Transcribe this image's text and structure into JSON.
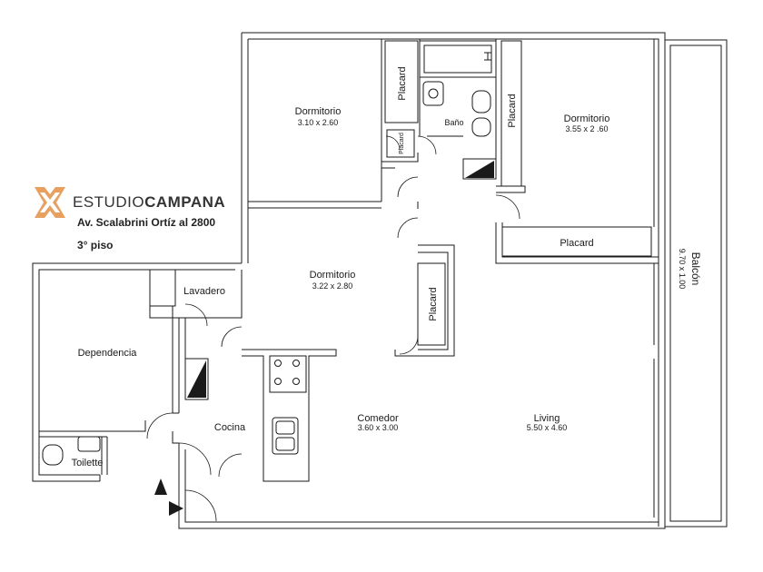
{
  "brand": {
    "prefix": "ESTUDIO",
    "name": "CAMPANA",
    "logo": "campana-x-logo",
    "logo_color": "#E8A060",
    "address": "Av. Scalabrini Ortíz al 2800",
    "floor": "3° piso"
  },
  "rooms": {
    "dormitorio_1": {
      "name": "Dormitorio",
      "dims": "3.10 x 2.60"
    },
    "dormitorio_2": {
      "name": "Dormitorio",
      "dims": "3.55 x 2 .60"
    },
    "dormitorio_3": {
      "name": "Dormitorio",
      "dims": "3.22 x 2.80"
    },
    "bano": {
      "name": "Baño"
    },
    "placard_1": {
      "name": "Placard"
    },
    "placard_small": {
      "name": "Placard"
    },
    "placard_2": {
      "name": "Placard"
    },
    "placard_3": {
      "name": "Placard"
    },
    "placard_4": {
      "name": "Placard"
    },
    "balcon": {
      "name": "Balcón",
      "dims": "9.70 x 1.00"
    },
    "lavadero": {
      "name": "Lavadero"
    },
    "dependencia": {
      "name": "Dependencia"
    },
    "toilette": {
      "name": "Toilette"
    },
    "cocina": {
      "name": "Cocina"
    },
    "comedor": {
      "name": "Comedor",
      "dims": "3.60 x 3.00"
    },
    "living": {
      "name": "Living",
      "dims": "5.50 x 4.60"
    }
  },
  "colors": {
    "wall": "#1a1a1a",
    "background": "#ffffff",
    "text": "#222222"
  }
}
